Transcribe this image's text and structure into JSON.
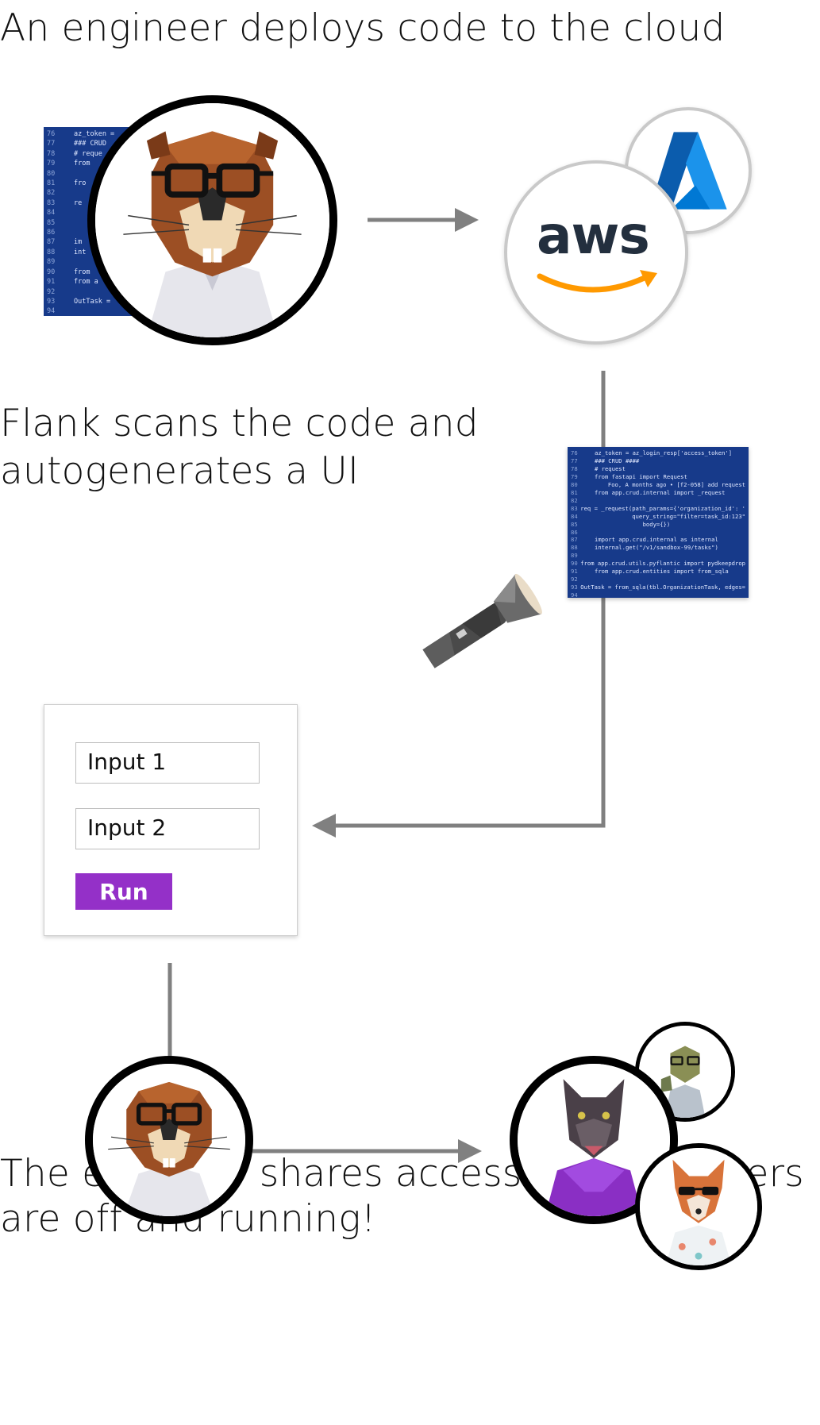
{
  "steps": [
    {
      "text": "An engineer deploys code to the cloud"
    },
    {
      "line1": "Flank scans the code and",
      "line2": "autogenerates a UI"
    },
    {
      "line1": "The engineer shares access, and the users",
      "line2": "are off and running!"
    }
  ],
  "cloud": {
    "aws_label": "aws"
  },
  "form": {
    "input1_value": "Input 1",
    "input2_value": "Input 2",
    "run_label": "Run"
  },
  "code_small": {
    "lines": [
      {
        "n": "76",
        "t": "az_token ="
      },
      {
        "n": "77",
        "t": "### CRUD"
      },
      {
        "n": "78",
        "t": "# reque"
      },
      {
        "n": "79",
        "t": "from"
      },
      {
        "n": "80",
        "t": ""
      },
      {
        "n": "81",
        "t": "fro"
      },
      {
        "n": "82",
        "t": ""
      },
      {
        "n": "83",
        "t": "re"
      },
      {
        "n": "84",
        "t": ""
      },
      {
        "n": "85",
        "t": ""
      },
      {
        "n": "86",
        "t": ""
      },
      {
        "n": "87",
        "t": "im"
      },
      {
        "n": "88",
        "t": "int"
      },
      {
        "n": "89",
        "t": ""
      },
      {
        "n": "90",
        "t": "from"
      },
      {
        "n": "91",
        "t": "from a"
      },
      {
        "n": "92",
        "t": ""
      },
      {
        "n": "93",
        "t": "OutTask ="
      },
      {
        "n": "94",
        "t": ""
      }
    ]
  },
  "code_big": {
    "lines": [
      {
        "n": "76",
        "t": "az_token = az_login_resp['access_token']"
      },
      {
        "n": "77",
        "t": "### CRUD ####"
      },
      {
        "n": "78",
        "t": "# request"
      },
      {
        "n": "79",
        "t": "from fastapi import Request"
      },
      {
        "n": "80",
        "t": "     Foo, A months ago • [f2-058] add request"
      },
      {
        "n": "81",
        "t": "from app.crud.internal import _request"
      },
      {
        "n": "82",
        "t": ""
      },
      {
        "n": "83",
        "t": "req = _request(path_params={'organization_id': '"
      },
      {
        "n": "84",
        "t": "              query_string=\"filter=task_id:123\""
      },
      {
        "n": "85",
        "t": "              body={})"
      },
      {
        "n": "86",
        "t": ""
      },
      {
        "n": "87",
        "t": "import app.crud.internal as internal"
      },
      {
        "n": "88",
        "t": "internal.get(\"/v1/sandbox-99/tasks\")"
      },
      {
        "n": "89",
        "t": ""
      },
      {
        "n": "90",
        "t": "from app.crud.utils.pyflantic import pydkeepdrop"
      },
      {
        "n": "91",
        "t": "from app.crud.entities import from_sqla"
      },
      {
        "n": "92",
        "t": ""
      },
      {
        "n": "93",
        "t": "OutTask = from_sqla(tbl.OrganizationTask, edges="
      },
      {
        "n": "94",
        "t": ""
      }
    ]
  },
  "colors": {
    "aws_text": "#232f3e",
    "aws_orange": "#ff9900",
    "azure_blue": "#0078d4",
    "run_purple": "#9430c8",
    "code_bg": "#173a8a",
    "arrow_gray": "#808080"
  }
}
